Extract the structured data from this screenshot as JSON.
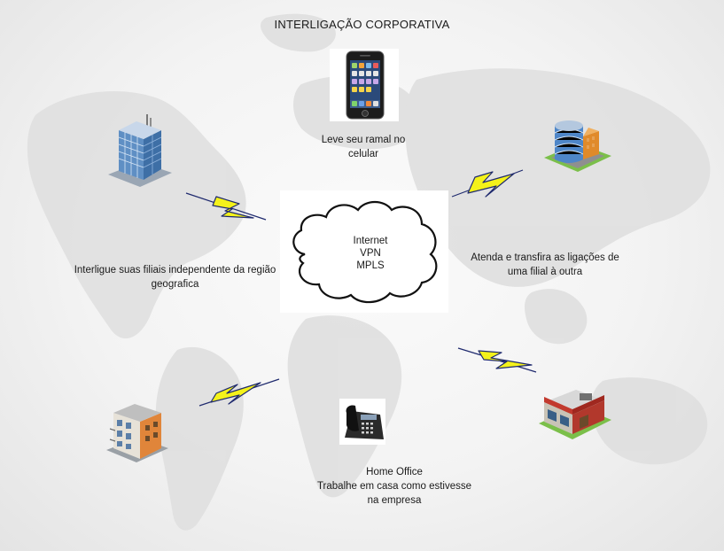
{
  "title": "INTERLIGAÇÃO CORPORATIVA",
  "cloud": {
    "lines": [
      "Internet",
      "VPN",
      "MPLS"
    ]
  },
  "labels": {
    "mobile": [
      "Leve seu ramal no",
      "celular"
    ],
    "branches": [
      "Interligue suas filiais independente da região",
      "geografica"
    ],
    "transfer": [
      "Atenda e transfira as ligações de",
      "uma filial à outra"
    ],
    "home_office": [
      "Home Office",
      "Trabalhe em casa como estivesse",
      "na empresa"
    ]
  },
  "colors": {
    "bolt_fill": "#f4f21a",
    "bolt_stroke": "#1f2a6e",
    "map": "#dcdcdc"
  },
  "icons": {
    "mobile": "smartphone-icon",
    "desk_phone": "desk-phone-icon",
    "tower": "office-tower-icon",
    "round_building": "round-office-building-icon",
    "apartment": "apartment-building-icon",
    "store": "store-building-icon",
    "cloud": "cloud-icon"
  }
}
